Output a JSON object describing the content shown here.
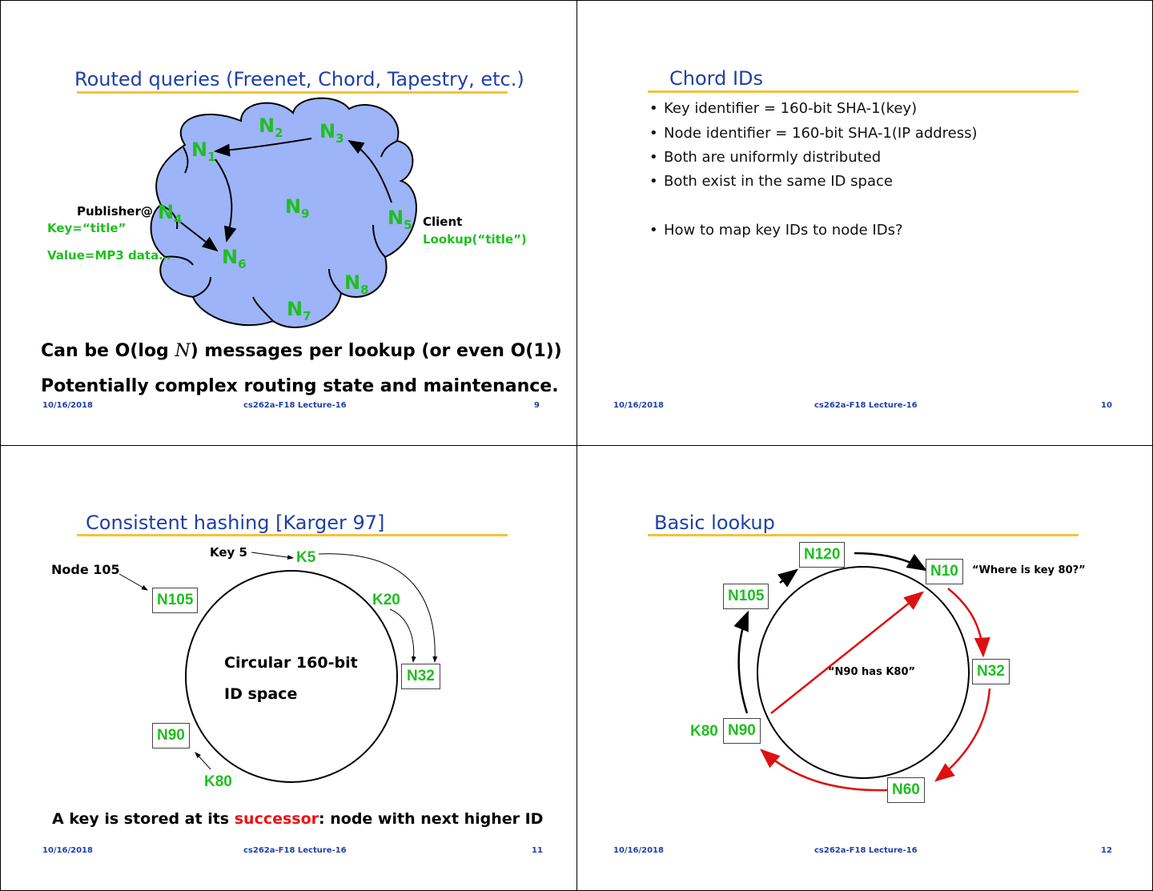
{
  "footer": {
    "date": "10/16/2018",
    "course": "cs262a-F18 Lecture-16"
  },
  "slides": [
    {
      "number": "9",
      "title": "Routed queries (Freenet, Chord, Tapestry, etc.)",
      "nodes": [
        "N",
        "N",
        "N",
        "N",
        "N",
        "N",
        "N",
        "N",
        "N"
      ],
      "node_subs": [
        "1",
        "2",
        "3",
        "4",
        "5",
        "6",
        "7",
        "8",
        "9"
      ],
      "publisher": "Publisher@",
      "key": "Key=“title”",
      "value": "Value=MP3 data…",
      "client": "Client",
      "lookup": "Lookup(“title”)",
      "line1_pre": "Can be O(log ",
      "line1_n": "N",
      "line1_post": ") messages per lookup (or even O(1))",
      "line2": "Potentially complex routing state and maintenance."
    },
    {
      "number": "10",
      "title": "Chord IDs",
      "bullets": [
        "Key identifier = 160-bit SHA-1(key)",
        "Node identifier = 160-bit SHA-1(IP address)",
        "Both are uniformly distributed",
        "Both exist in the same ID space",
        "How to map key IDs to node IDs?"
      ]
    },
    {
      "number": "11",
      "title": "Consistent hashing [Karger 97]",
      "labels": {
        "node105": "Node 105",
        "key5": "Key 5",
        "k5": "K5",
        "k20": "K20",
        "n105": "N105",
        "n32": "N32",
        "n90": "N90",
        "k80": "K80",
        "circ1": "Circular 160-bit",
        "circ2": "ID space"
      },
      "caption_pre": "A key is stored at its ",
      "caption_hl": "successor",
      "caption_post": ": node with next higher ID"
    },
    {
      "number": "12",
      "title": "Basic lookup",
      "labels": {
        "n120": "N120",
        "n10": "N10",
        "n105": "N105",
        "n32": "N32",
        "n90": "N90",
        "k80": "K80",
        "n60": "N60",
        "where": "“Where is key 80?”",
        "has": "“N90 has K80”"
      }
    }
  ]
}
